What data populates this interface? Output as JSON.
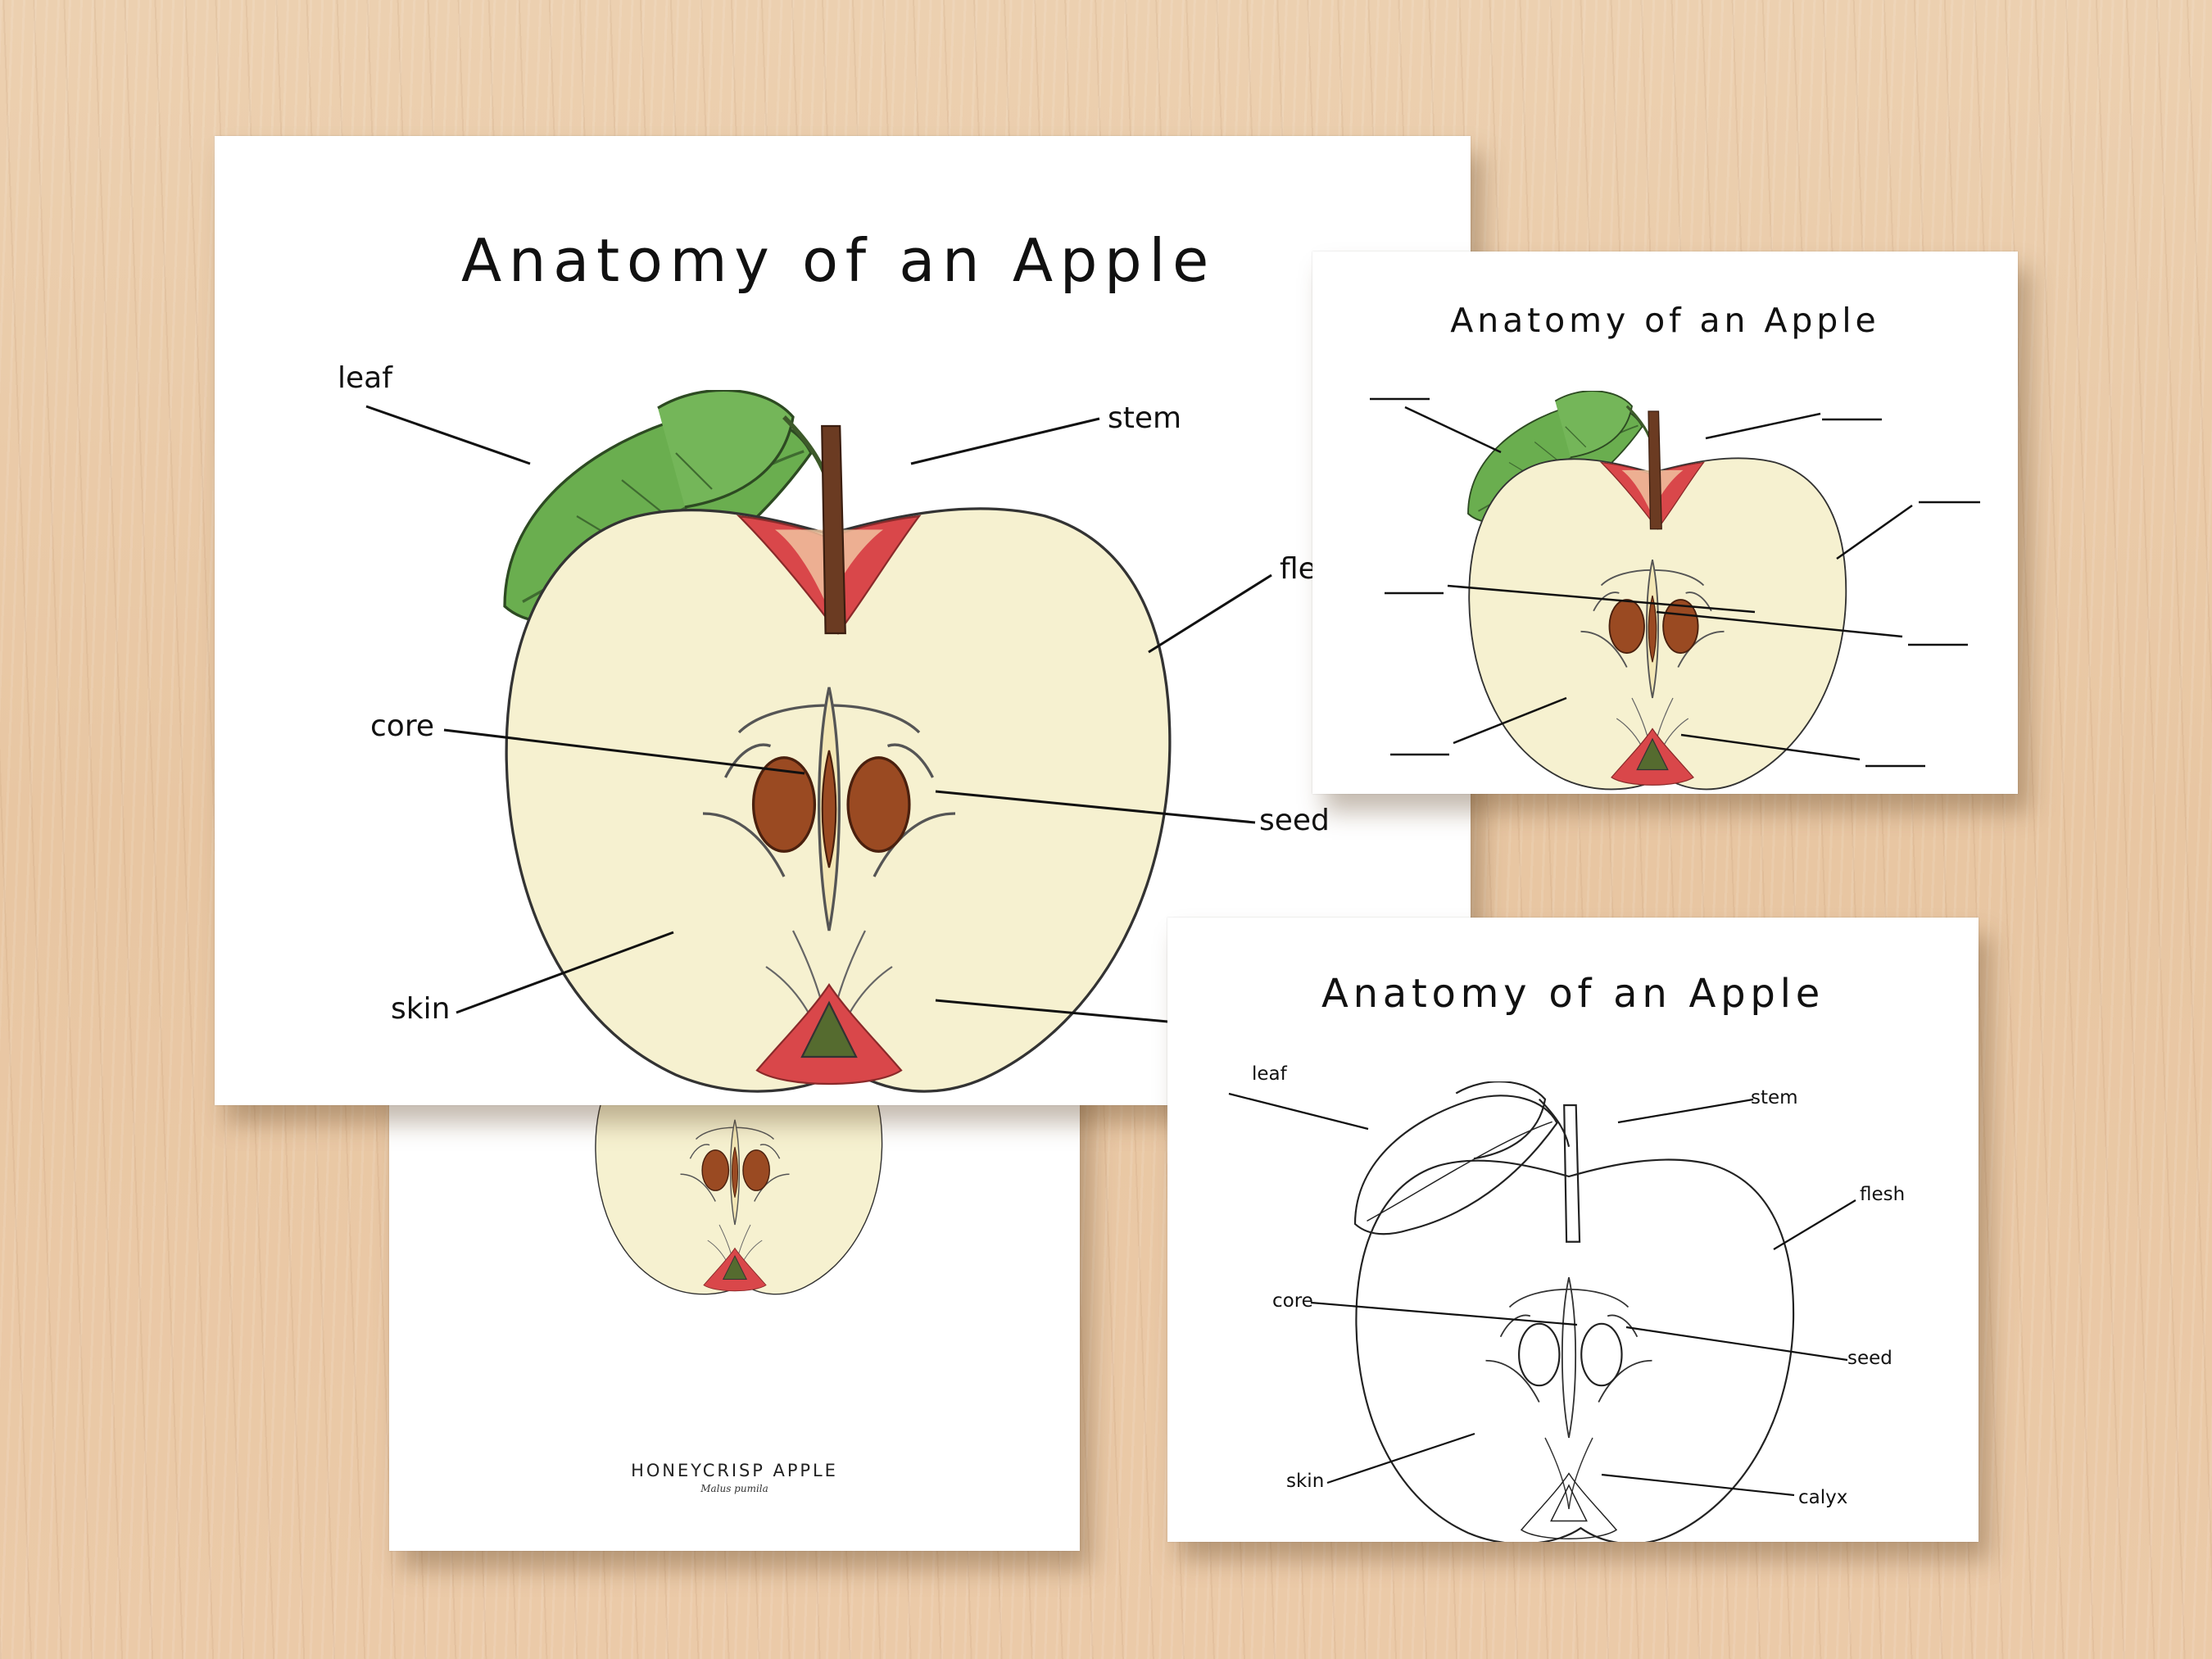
{
  "colors": {
    "table": "#e9c9a6",
    "paper": "#ffffff",
    "flesh": "#f6f1d0",
    "skin": "#d9474a",
    "leaf": "#6aae4f",
    "stem": "#6b3b22",
    "seed": "#9a4a22"
  },
  "icons": [
    "apple-color-icon",
    "apple-outline-icon",
    "leaf-icon"
  ],
  "sheets": {
    "color_labeled": {
      "title": "Anatomy of an Apple",
      "labels": {
        "leaf": "leaf",
        "stem": "stem",
        "flesh": "fle",
        "core": "core",
        "seed": "seed",
        "skin": "skin"
      }
    },
    "color_blank": {
      "title": "Anatomy of an Apple"
    },
    "poster": {
      "caption": "HONEYCRISP APPLE",
      "subcaption": "Malus pumila"
    },
    "outline_labeled": {
      "title": "Anatomy of an Apple",
      "labels": {
        "leaf": "leaf",
        "stem": "stem",
        "flesh": "flesh",
        "core": "core",
        "seed": "seed",
        "skin": "skin",
        "calyx": "calyx"
      }
    }
  }
}
